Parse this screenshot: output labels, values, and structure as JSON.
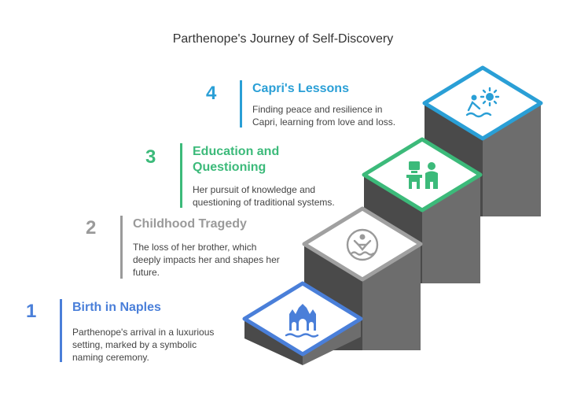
{
  "title": "Parthenope's Journey of Self-Discovery",
  "colors": {
    "step1": "#4a7fd9",
    "step2": "#9a9a9a",
    "step3": "#3cba7a",
    "step4": "#2a9fd6",
    "stair_dark": "#4a4a4a",
    "stair_mid": "#6d6d6d"
  },
  "steps": [
    {
      "number": "1",
      "heading_lines": [
        "Birth in Naples"
      ],
      "desc_lines": [
        "Parthenope's arrival in a luxurious",
        "setting, marked by a symbolic",
        "naming ceremony."
      ],
      "icon": "palace-bridge-icon"
    },
    {
      "number": "2",
      "heading_lines": [
        "Childhood Tragedy"
      ],
      "desc_lines": [
        "The loss of her brother, which",
        "deeply impacts her and shapes her",
        "future."
      ],
      "icon": "swimmer-icon"
    },
    {
      "number": "3",
      "heading_lines": [
        "Education and",
        "Questioning"
      ],
      "desc_lines": [
        "Her pursuit of knowledge and",
        "questioning of traditional systems."
      ],
      "icon": "student-teacher-icon"
    },
    {
      "number": "4",
      "heading_lines": [
        "Capri's Lessons"
      ],
      "desc_lines": [
        "Finding peace and resilience in",
        "Capri, learning from love and loss."
      ],
      "icon": "beach-sun-icon"
    }
  ]
}
